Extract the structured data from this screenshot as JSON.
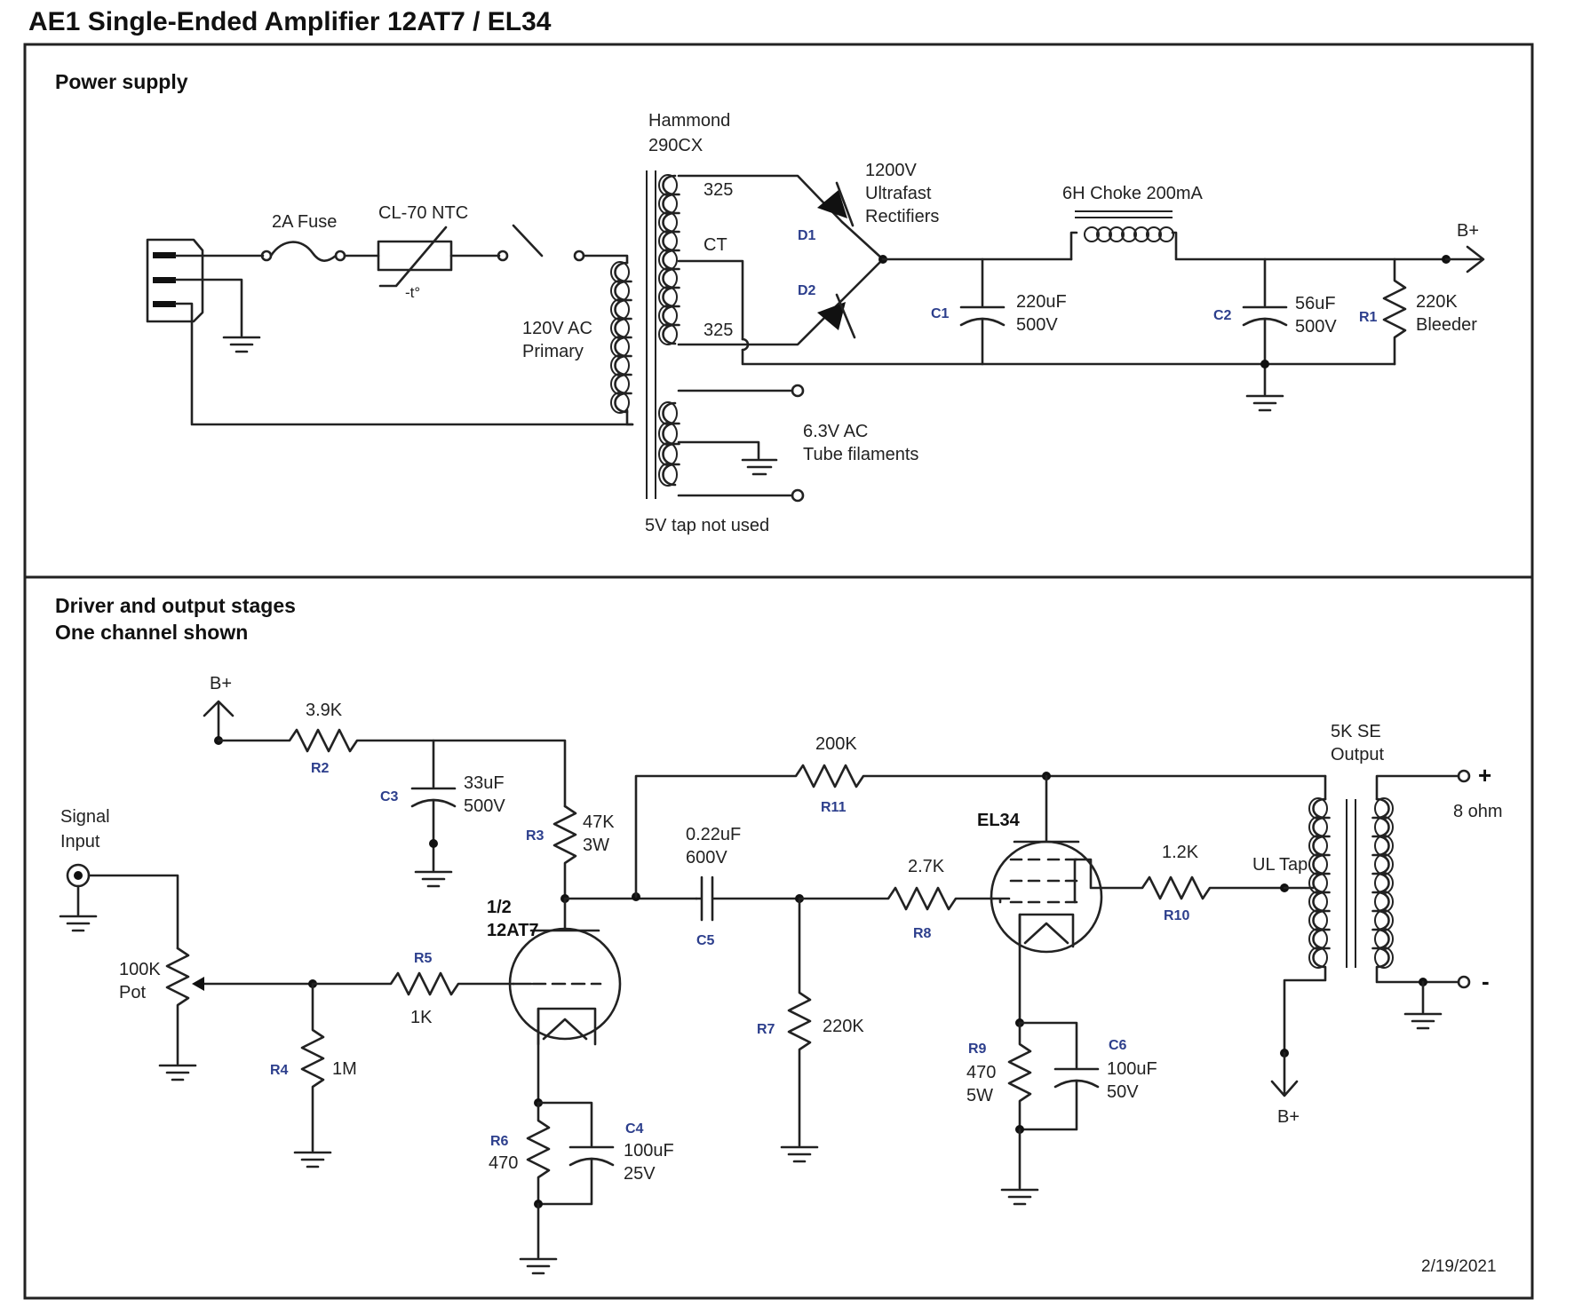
{
  "title": "AE1 Single-Ended Amplifier 12AT7 / EL34",
  "date": "2/19/2021",
  "power_supply": {
    "heading": "Power supply",
    "fuse": "2A Fuse",
    "ntc": "CL-70 NTC",
    "ntc_temp": "-t°",
    "primary_line1": "120V AC",
    "primary_line2": "Primary",
    "transformer_line1": "Hammond",
    "transformer_line2": "290CX",
    "tap_325_top": "325",
    "tap_ct": "CT",
    "tap_325_bottom": "325",
    "fil_line1": "6.3V AC",
    "fil_line2": "Tube filaments",
    "tap_note": "5V tap not used",
    "rect_line1": "1200V",
    "rect_line2": "Ultrafast",
    "rect_line3": "Rectifiers",
    "d1": "D1",
    "d2": "D2",
    "c1": "C1",
    "c1_val1": "220uF",
    "c1_val2": "500V",
    "choke": "6H Choke 200mA",
    "c2": "C2",
    "c2_val1": "56uF",
    "c2_val2": "500V",
    "r1": "R1",
    "r1_val1": "220K",
    "r1_val2": "Bleeder",
    "bplus": "B+"
  },
  "driver": {
    "heading1": "Driver and output stages",
    "heading2": "One channel shown",
    "bplus_top": "B+",
    "r2": "R2",
    "r2_val": "3.9K",
    "c3": "C3",
    "c3_val1": "33uF",
    "c3_val2": "500V",
    "r3": "R3",
    "r3_val1": "47K",
    "r3_val2": "3W",
    "signal1": "Signal",
    "signal2": "Input",
    "pot1": "100K",
    "pot2": "Pot",
    "r4": "R4",
    "r4_val": "1M",
    "r5": "R5",
    "r5_val": "1K",
    "tube1_line1": "1/2",
    "tube1_line2": "12AT7",
    "r6": "R6",
    "r6_val": "470",
    "c4": "C4",
    "c4_val1": "100uF",
    "c4_val2": "25V",
    "c5": "C5",
    "c5_val1": "0.22uF",
    "c5_val2": "600V",
    "r7": "R7",
    "r7_val": "220K",
    "r11": "R11",
    "r11_val": "200K",
    "r8": "R8",
    "r8_val": "2.7K",
    "tube2": "EL34",
    "r9": "R9",
    "r9_val1": "470",
    "r9_val2": "5W",
    "c6": "C6",
    "c6_val1": "100uF",
    "c6_val2": "50V",
    "r10": "R10",
    "r10_val": "1.2K",
    "ul_tap": "UL Tap",
    "ot_line1": "5K SE",
    "ot_line2": "Output",
    "plus": "+",
    "minus": "-",
    "ohm": "8 ohm",
    "bplus_bottom": "B+"
  }
}
